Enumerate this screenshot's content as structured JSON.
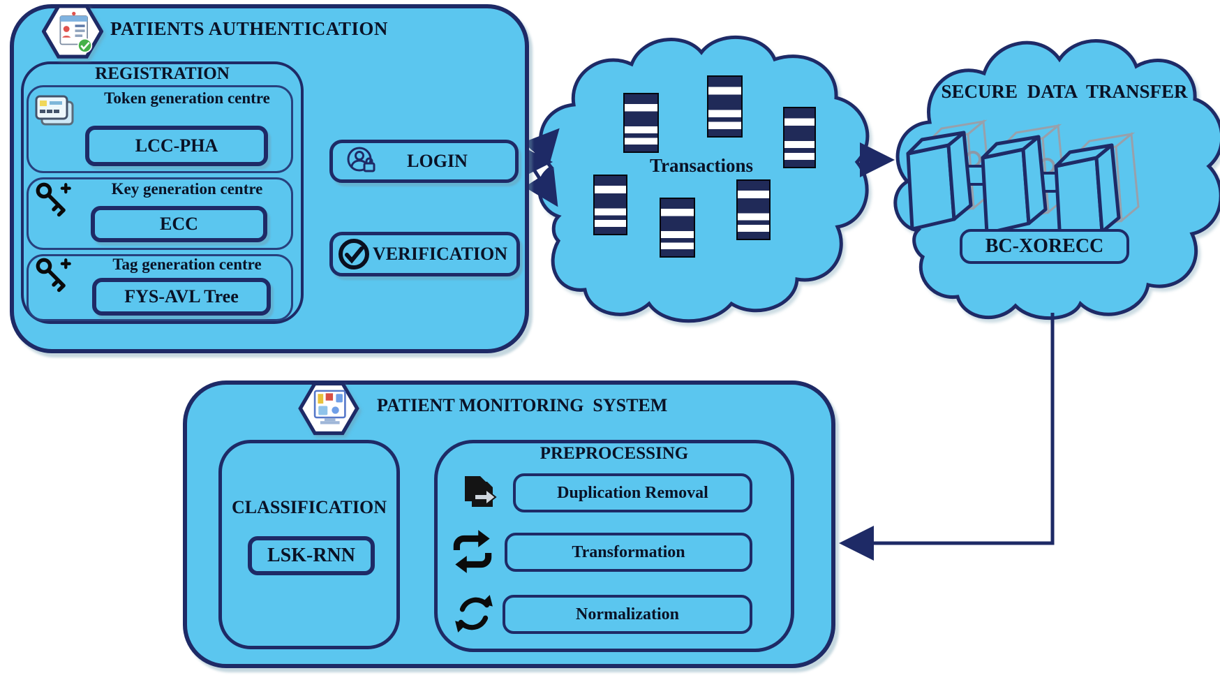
{
  "colors": {
    "fill_blue": "#5bc6ef",
    "border_navy": "#1e2a66",
    "text_dark": "#0a1226",
    "block_navy": "#202a58",
    "check_green": "#45b149",
    "background": "#ffffff"
  },
  "authentication": {
    "title": "PATIENTS AUTHENTICATION",
    "icon": "id-badge-check-icon",
    "registration": {
      "title": "REGISTRATION",
      "centres": [
        {
          "icon": "id-cards-icon",
          "label": "Token generation centre",
          "method": "LCC-PHA"
        },
        {
          "icon": "key-plus-icon",
          "label": "Key generation centre",
          "method": "ECC"
        },
        {
          "icon": "key-plus-icon",
          "label": "Tag generation centre",
          "method": "FYS-AVL Tree"
        }
      ]
    },
    "login": {
      "icon": "user-lock-icon",
      "label": "LOGIN"
    },
    "verification": {
      "icon": "check-circle-icon",
      "label": "VERIFICATION"
    }
  },
  "transactions_cloud": {
    "label": "Transactions",
    "block_count": 6
  },
  "secure_transfer_cloud": {
    "title": "SECURE DATA TRANSFER",
    "method": "BC-XORECC",
    "icon": "blockchain-cubes-icon"
  },
  "monitoring": {
    "title": "PATIENT MONITORING  SYSTEM",
    "icon": "health-monitor-icon",
    "classification": {
      "title": "CLASSIFICATION",
      "method": "LSK-RNN"
    },
    "preprocessing": {
      "title": "PREPROCESSING",
      "steps": [
        {
          "icon": "copy-document-icon",
          "label": "Duplication Removal"
        },
        {
          "icon": "repeat-arrows-icon",
          "label": "Transformation"
        },
        {
          "icon": "sync-arrows-icon",
          "label": "Normalization"
        }
      ]
    }
  }
}
